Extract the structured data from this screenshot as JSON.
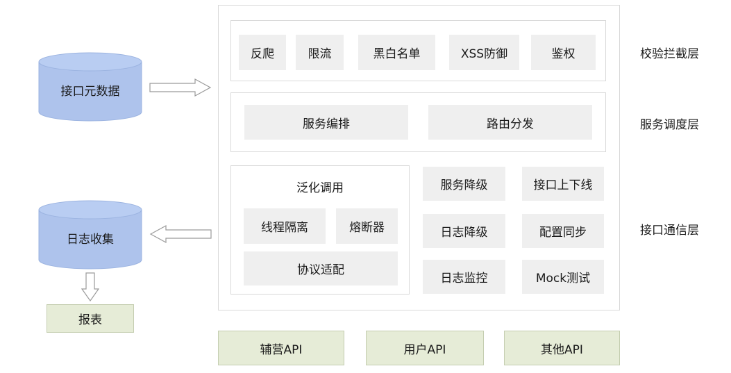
{
  "colors": {
    "cylinder": "#aec3ec",
    "gray_box": "#efefef",
    "green_box": "#e6ecd7",
    "frame": "#d9d9d9"
  },
  "left": {
    "metadata": "接口元数据",
    "log_collect": "日志收集",
    "report": "报表"
  },
  "layers": {
    "validation": "校验拦截层",
    "scheduling": "服务调度层",
    "communication": "接口通信层"
  },
  "validation_items": [
    "反爬",
    "限流",
    "黑白名单",
    "XSS防御",
    "鉴权"
  ],
  "scheduling_items": [
    "服务编排",
    "路由分发"
  ],
  "communication": {
    "generic_call": "泛化调用",
    "thread_isolation": "线程隔离",
    "circuit_breaker": "熔断器",
    "protocol_adapt": "协议适配",
    "right_grid": [
      "服务降级",
      "接口上下线",
      "日志降级",
      "配置同步",
      "日志监控",
      "Mock测试"
    ]
  },
  "apis": [
    "辅营API",
    "用户API",
    "其他API"
  ]
}
